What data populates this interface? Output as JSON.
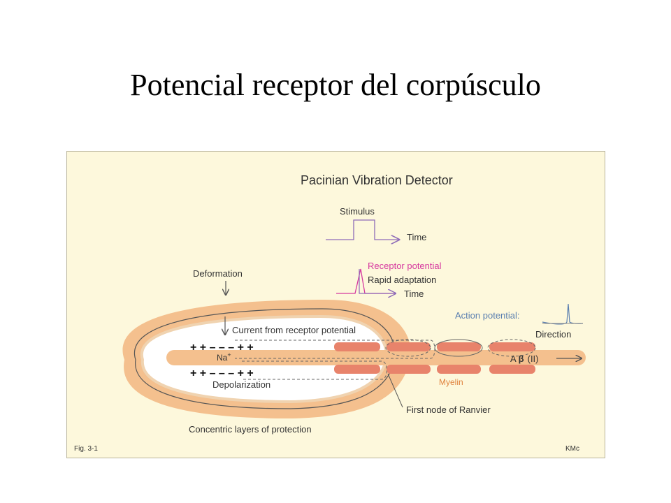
{
  "slide_title": "Potencial receptor del corpúsculo",
  "figure": {
    "title": "Pacinian Vibration Detector",
    "stimulus_label": "Stimulus",
    "time_label_1": "Time",
    "deformation_label": "Deformation",
    "receptor_potential_label": "Receptor potential",
    "rapid_adaptation_label": "Rapid adaptation",
    "time_label_2": "Time",
    "action_potential_label": "Action potential:",
    "direction_label": "Direction",
    "current_label": "Current from receptor potential",
    "charges_top": "+ + – – – + +",
    "charges_bottom": "+ + – – – + +",
    "na_label": "Na",
    "na_superscript": "+",
    "depolarization_label": "Depolarization",
    "fiber_label_a": "A",
    "fiber_label_beta": "β",
    "fiber_label_class": "(II)",
    "myelin_label": "Myelin",
    "first_node_label": "First node of Ranvier",
    "concentric_label": "Concentric layers of protection",
    "fig_number": "Fig. 3-1",
    "credit": "KMc",
    "colors": {
      "background": "#fdf8dc",
      "capsule": "#f4c08e",
      "myelin": "#e8836b",
      "receptor_potential": "#d6399f",
      "stimulus_trace": "#8e6bb8",
      "action_potential_trace": "#5a7fb0",
      "text": "#333333"
    }
  }
}
